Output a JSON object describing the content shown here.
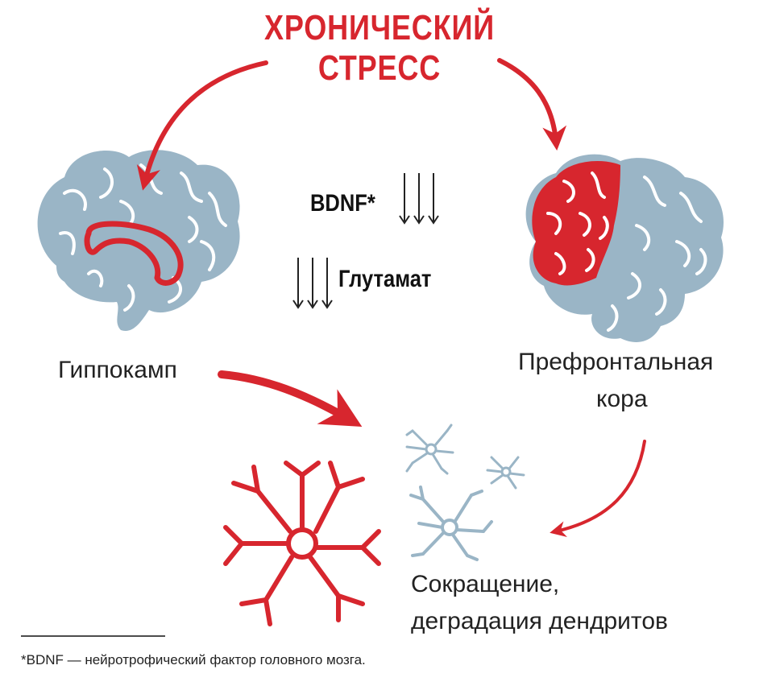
{
  "title": {
    "line1": "ХРОНИЧЕСКИЙ",
    "line2": "СТРЕСС"
  },
  "labels": {
    "bdnf": "BDNF*",
    "glutamate": "Глутамат",
    "hippocampus": "Гиппокамп",
    "prefrontal_line1": "Префронтальная",
    "prefrontal_line2": "кора",
    "result_line1": "Сокращение,",
    "result_line2": "деградация дендритов"
  },
  "footnote": "*BDNF — нейротрофический фактор головного мозга.",
  "colors": {
    "accent": "#d7262e",
    "brain": "#9ab5c6",
    "neuron_pale": "#9ab5c6",
    "text": "#222222"
  },
  "icons": [
    "brain-icon",
    "neuron-icon",
    "down-arrows-icon",
    "curved-arrow-icon"
  ]
}
